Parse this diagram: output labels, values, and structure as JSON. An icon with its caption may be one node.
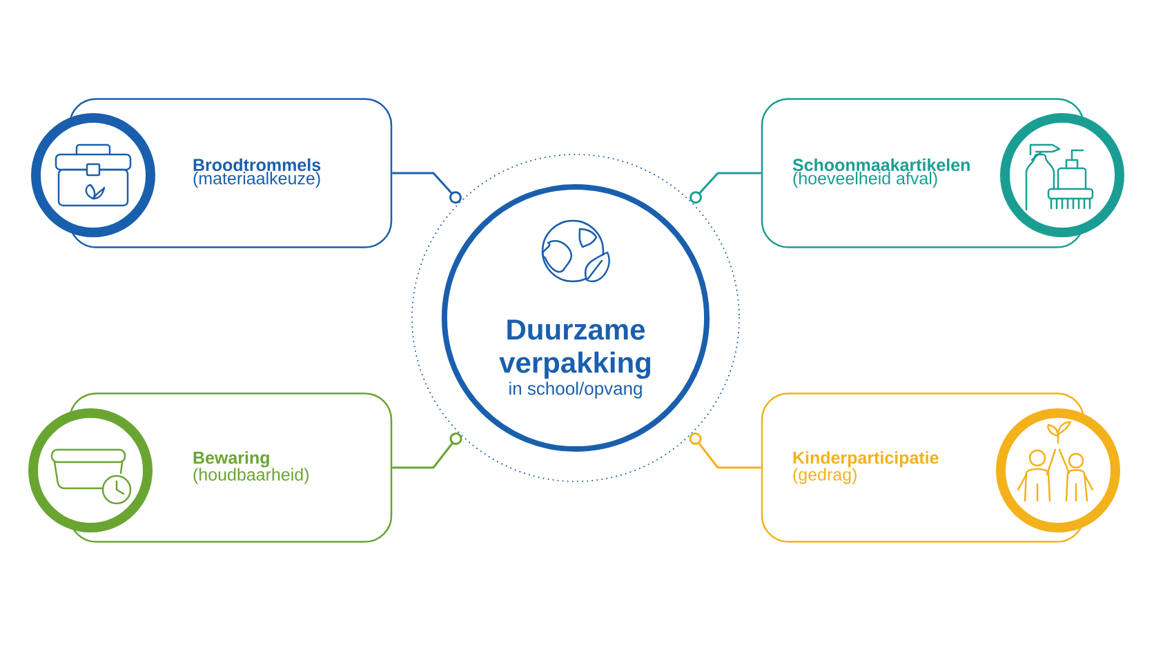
{
  "diagram": {
    "nodes": [
      {
        "text": [
          "Broodtrommels",
          "(materiaalkeuze)"
        ]
      },
      {
        "text": [
          "Schoonmaakartikelen",
          "(hoeveelheid afval)"
        ]
      },
      {
        "text": [
          "Duurzame verpakking",
          "in school/opvang"
        ]
      },
      {
        "text": [
          "Bewaring",
          "(houdbaarheid)"
        ]
      },
      {
        "text": [
          "Kinderparticipatie",
          "(gedrag)"
        ]
      }
    ],
    "edges": [
      {
        "from": 2,
        "to": 0,
        "arrow": "other",
        "color": "#1a5fad"
      },
      {
        "from": 2,
        "to": 1,
        "arrow": "other",
        "color": "#1a9e94"
      },
      {
        "from": 2,
        "to": 3,
        "arrow": "other",
        "color": "#6aa532"
      },
      {
        "from": 2,
        "to": 4,
        "arrow": "other",
        "color": "#f3b21b"
      }
    ]
  }
}
